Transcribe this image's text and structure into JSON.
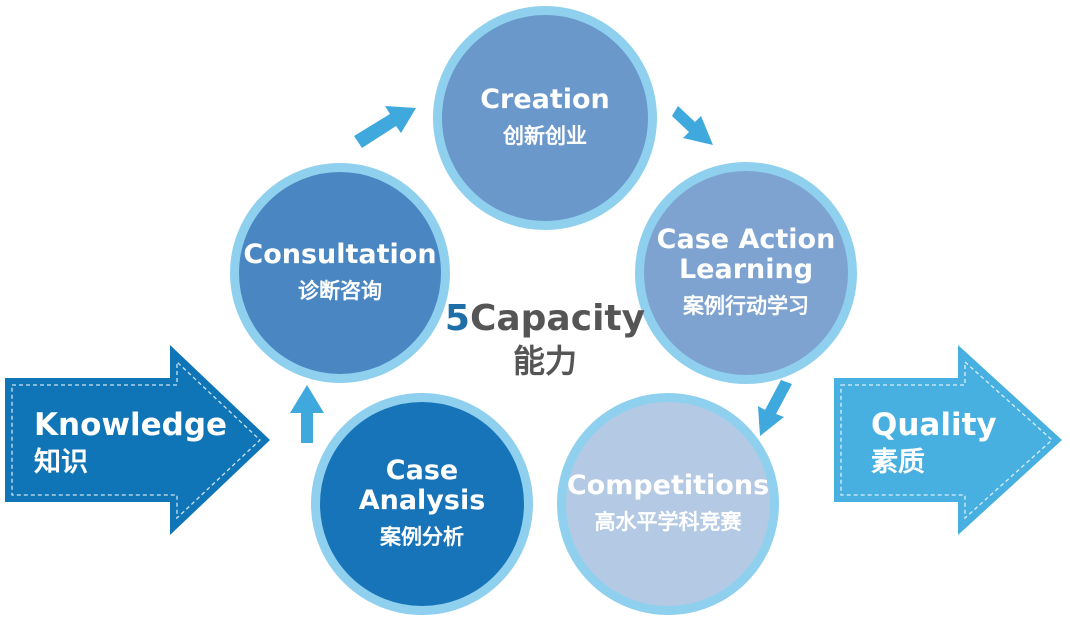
{
  "colors": {
    "creation": "#6a98cb",
    "case_action": "#7ea3d0",
    "consultation": "#4a86c2",
    "case_analysis": "#1874b8",
    "competitions": "#b4c9e3",
    "ring": "#8fd0ee",
    "flow_arrow": "#3fa8dd",
    "knowledge_arrow": "#0f75b6",
    "quality_arrow": "#48b0e0",
    "center_text": "#555555",
    "center_accent": "#1e6fa8"
  },
  "circles": {
    "creation": {
      "en": "Creation",
      "zh": "创新创业"
    },
    "case_action": {
      "en_line1": "Case Action",
      "en_line2": "Learning",
      "zh": "案例行动学习"
    },
    "consultation": {
      "en": "Consultation",
      "zh": "诊断咨询"
    },
    "case_analysis": {
      "en": "Case Analysis",
      "zh": "案例分析"
    },
    "competitions": {
      "en": "Competitions",
      "zh": "高水平学科竞赛"
    }
  },
  "center": {
    "number": "5",
    "word": "Capacity",
    "zh": "能力"
  },
  "left_arrow": {
    "en": "Knowledge",
    "zh": "知识"
  },
  "right_arrow": {
    "en": "Quality",
    "zh": "素质"
  },
  "icons": [
    "arrow-right-icon",
    "arrow-up-right-icon",
    "arrow-down-right-icon",
    "arrow-down-left-icon",
    "arrow-up-icon"
  ]
}
